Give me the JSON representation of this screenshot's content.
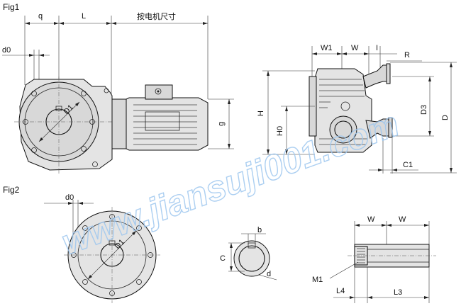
{
  "figures": {
    "fig1": {
      "title": "Fig1",
      "labels": {
        "q": "q",
        "L": "L",
        "motor_dim": "按电机尺寸",
        "d0": "d0",
        "D1": "D1",
        "g": "g",
        "W1": "W1",
        "W": "W",
        "I": "I",
        "R": "R",
        "H": "H",
        "H0": "H0",
        "D3": "D3",
        "D": "D",
        "C1": "C1"
      }
    },
    "fig2": {
      "title": "Fig2",
      "labels": {
        "d0": "d0",
        "D1": "D1",
        "b": "b",
        "C": "C",
        "d": "d",
        "W_left": "W",
        "W_right": "W",
        "M1": "M1",
        "L4": "L4",
        "L3": "L3"
      }
    }
  },
  "watermark": "www.jiansuji001.com",
  "colors": {
    "line": "#111111",
    "fill": "#e4e4e4",
    "watermark": "#9ec7ef"
  }
}
